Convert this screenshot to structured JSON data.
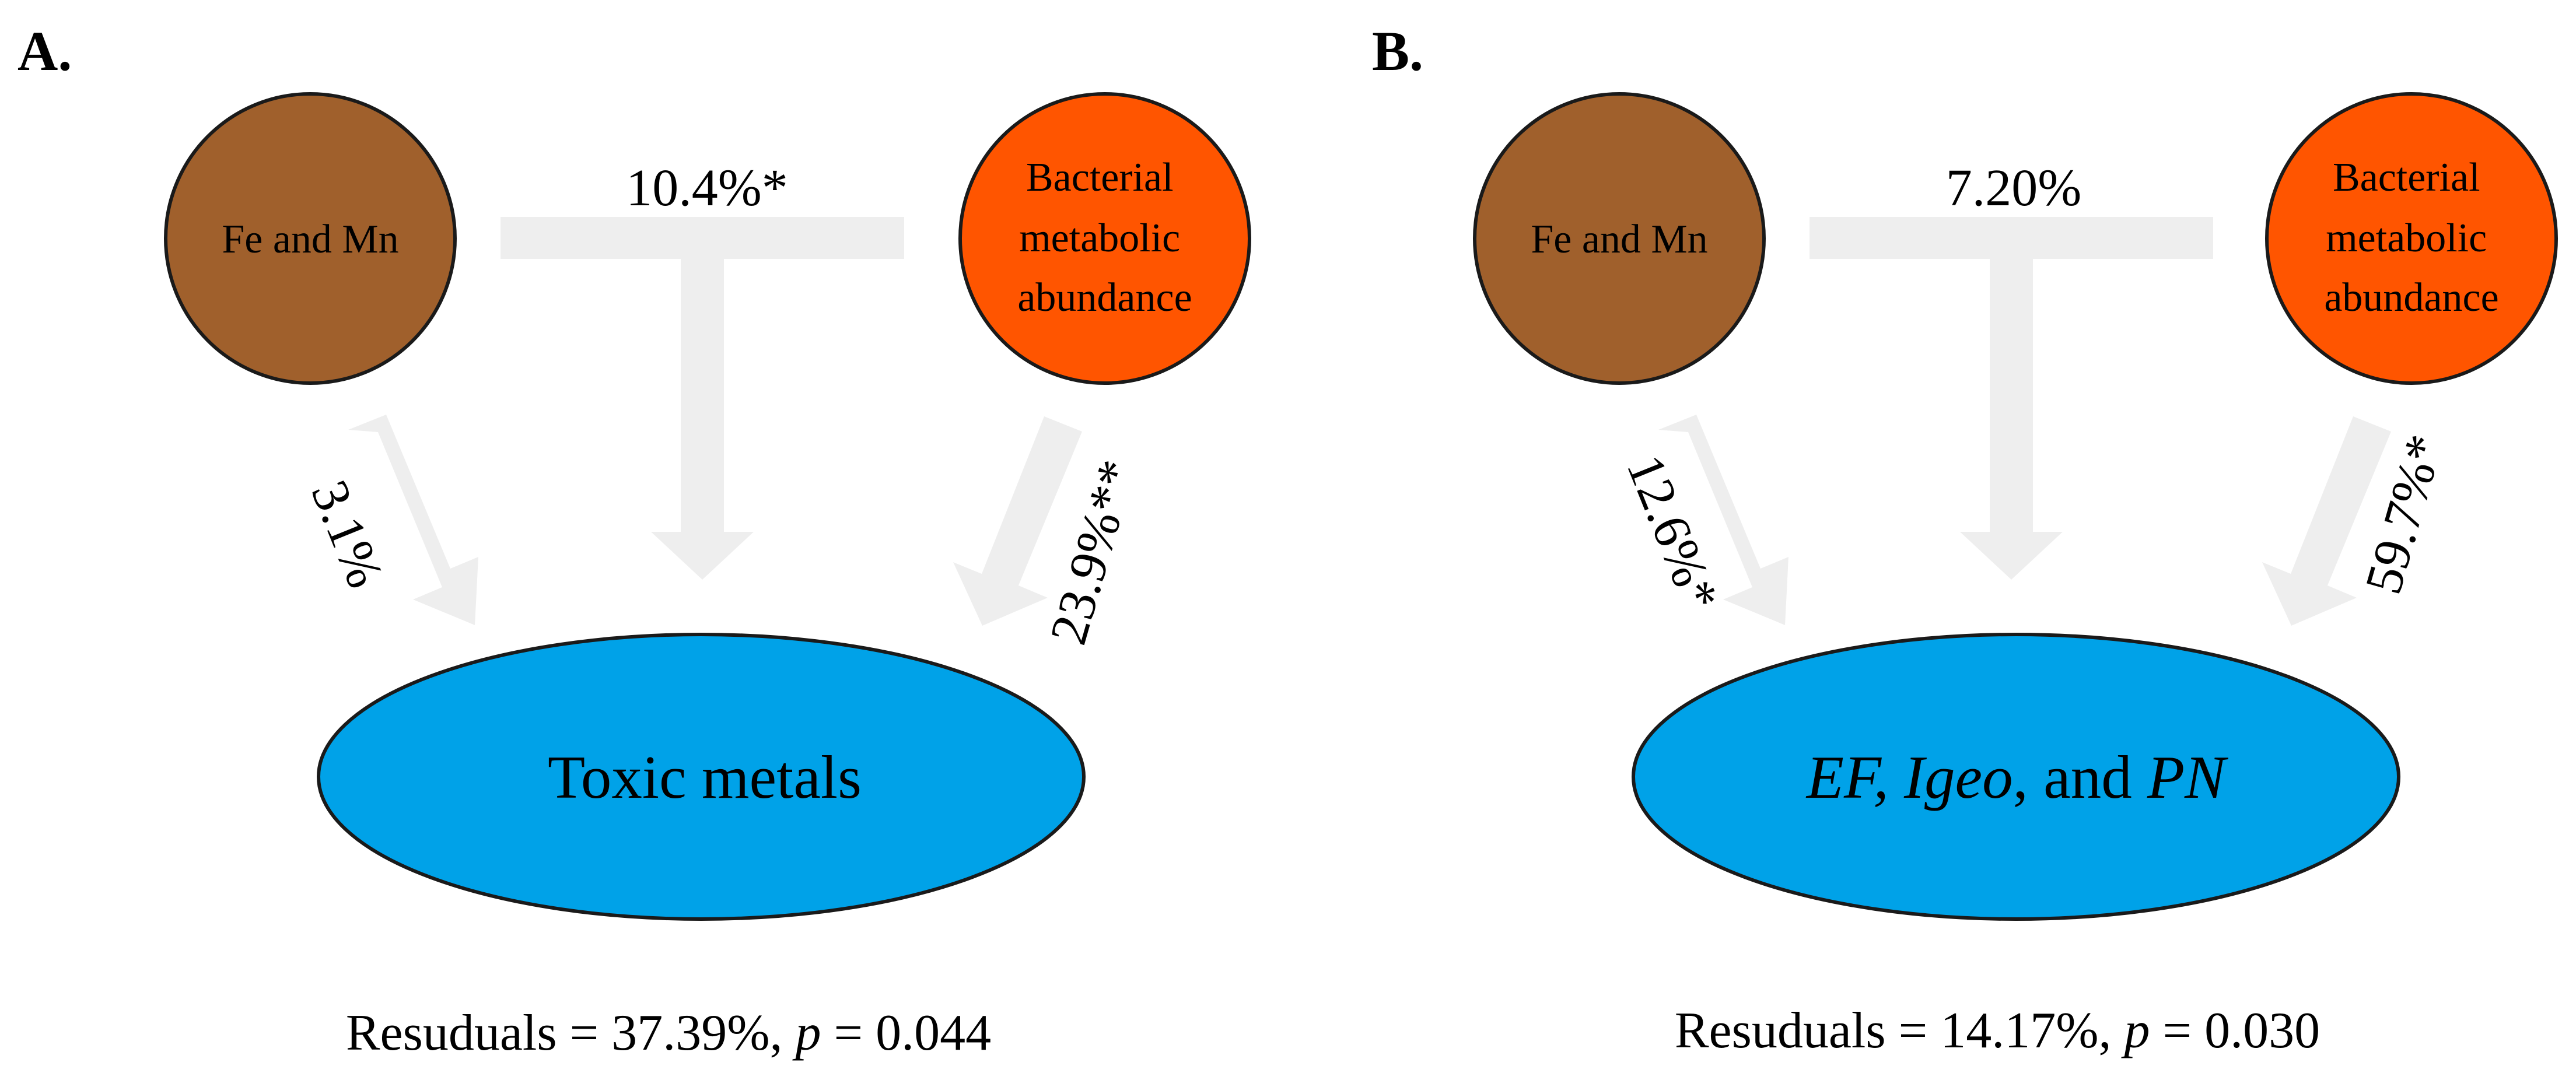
{
  "panels": [
    {
      "label": "A.",
      "left_node": "Fe and Mn",
      "right_node": [
        "Bacterial",
        "metabolic",
        "abundance"
      ],
      "shared_pct": "10.4%*",
      "left_pct": "3.1%",
      "right_pct": "23.9%**",
      "target": {
        "text": "Toxic metals"
      },
      "residual": {
        "prefix": "Resuduals = 37.39%, ",
        "p": "p",
        "suffix": " = 0.044"
      }
    },
    {
      "label": "B.",
      "left_node": "Fe and Mn",
      "right_node": [
        "Bacterial",
        "metabolic",
        "abundance"
      ],
      "shared_pct": "7.20%",
      "left_pct": "12.6%*",
      "right_pct": "59.7%*",
      "target": {
        "t1": "EF, Igeo",
        "t2": ", and ",
        "t3": "PN"
      },
      "residual": {
        "prefix": "Resuduals = 14.17%, ",
        "p": "p",
        "suffix": " = 0.030"
      }
    }
  ],
  "colors": {
    "fe_mn": "#A0602C",
    "bacterial": "#FF5500",
    "target": "#00A2E8",
    "arrow": "#EEEEEE"
  }
}
